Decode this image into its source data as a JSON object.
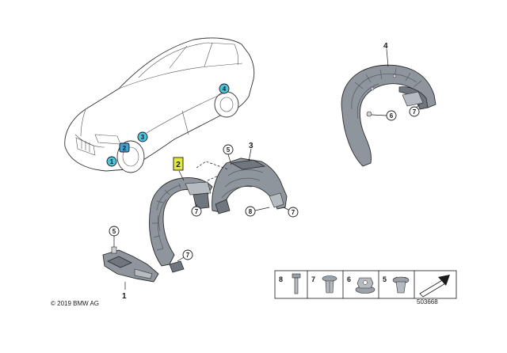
{
  "colors": {
    "callout_fill": "#4fc3dc",
    "callout_fill_blue": "#3aa3d8",
    "highlight": "#e3ea3a",
    "part_gray": "#8e959c"
  },
  "car_callouts": [
    {
      "id": "car-callout-1",
      "label": "1"
    },
    {
      "id": "car-callout-2",
      "label": "2"
    },
    {
      "id": "car-callout-3",
      "label": "3"
    },
    {
      "id": "car-callout-4",
      "label": "4"
    }
  ],
  "part_numbers": {
    "p1": "1",
    "p2": "2",
    "p3": "3",
    "p4": "4"
  },
  "fastener_callouts": {
    "p1_clip": "5",
    "p2_clip_right": "7",
    "p2_clip_left": "7",
    "p3_clip_top": "5",
    "p3_clip_right": "7",
    "p3_clip_bottom": "8",
    "p4_clip_right": "7",
    "p4_clip_left": "6"
  },
  "legend": [
    {
      "label": "8",
      "icon": "push-rivet-icon"
    },
    {
      "label": "7",
      "icon": "expanding-clip-icon"
    },
    {
      "label": "6",
      "icon": "hex-nut-icon"
    },
    {
      "label": "5",
      "icon": "push-clip-icon"
    }
  ],
  "footer": {
    "copyright": "© 2019 BMW AG",
    "diagram_id": "503668"
  }
}
